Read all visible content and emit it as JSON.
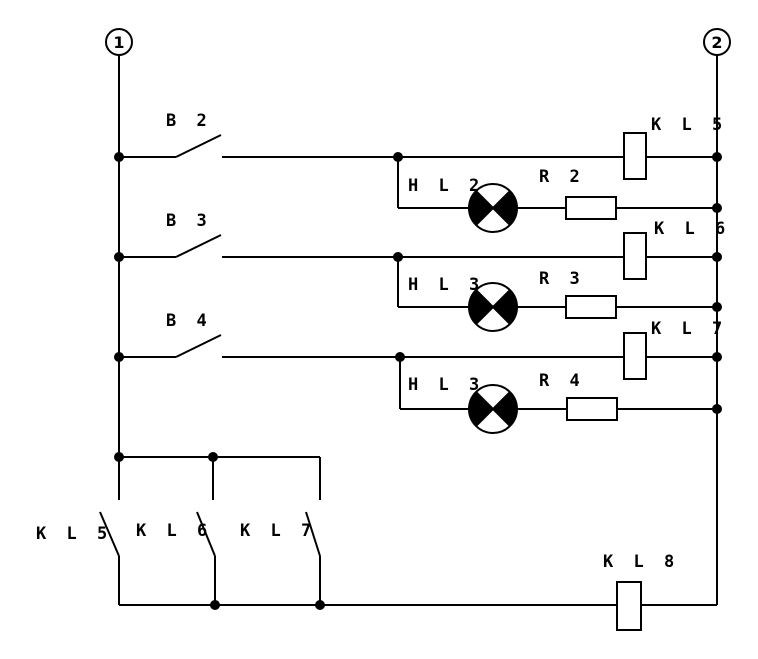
{
  "nodes": {
    "left": "1",
    "right": "2"
  },
  "rungs": [
    {
      "switch": "B 2",
      "coil": "K L 5",
      "lamp": "H L 2",
      "resistor": "R 2"
    },
    {
      "switch": "B 3",
      "coil": "K L 6",
      "lamp": "H L 3",
      "resistor": "R 3"
    },
    {
      "switch": "B 4",
      "coil": "K L 7",
      "lamp": "H L 3",
      "resistor": "R 4"
    }
  ],
  "contacts": [
    "K L 5",
    "K L 6",
    "K L 7"
  ],
  "output_coil": "K L 8"
}
